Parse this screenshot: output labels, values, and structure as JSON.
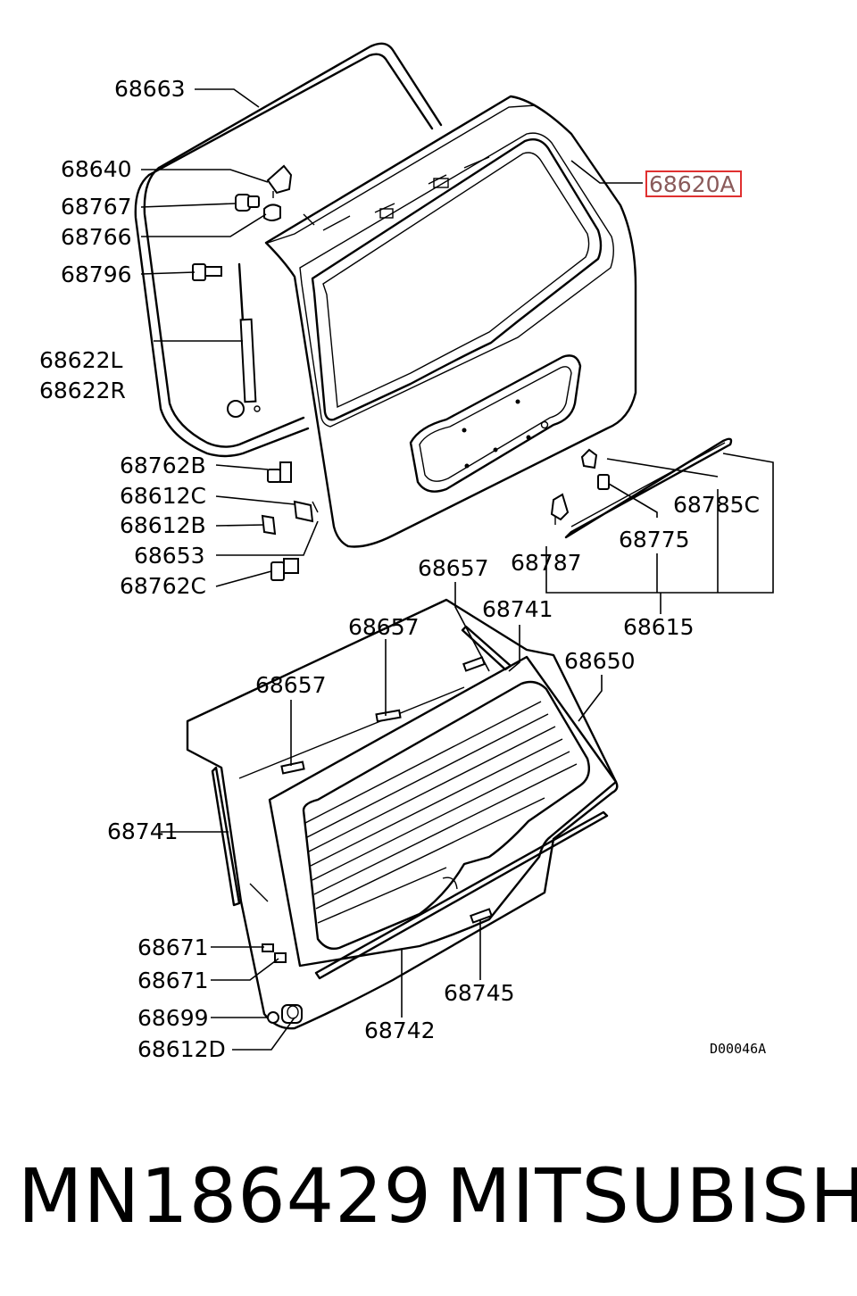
{
  "labels": {
    "l68663": "68663",
    "l68640": "68640",
    "l68767": "68767",
    "l68766": "68766",
    "l68796": "68796",
    "l68622L": "68622L",
    "l68622R": "68622R",
    "l68620A": "68620A",
    "l68762B": "68762B",
    "l68612C": "68612C",
    "l68612B": "68612B",
    "l68653": "68653",
    "l68762C": "68762C",
    "l68785C": "68785C",
    "l68775": "68775",
    "l68787": "68787",
    "l68615": "68615",
    "l68657a": "68657",
    "l68741a": "68741",
    "l68657b": "68657",
    "l68650": "68650",
    "l68657c": "68657",
    "l68741b": "68741",
    "l68671a": "68671",
    "l68671b": "68671",
    "l68745": "68745",
    "l68699": "68699",
    "l68742": "68742",
    "l68612D": "68612D"
  },
  "diagram_code": "D00046A",
  "footer": {
    "part_number": "MN186429",
    "brand": "MITSUBISHI"
  },
  "colors": {
    "highlight_box": "#e03030",
    "highlight_text": "#8a5a5a"
  }
}
